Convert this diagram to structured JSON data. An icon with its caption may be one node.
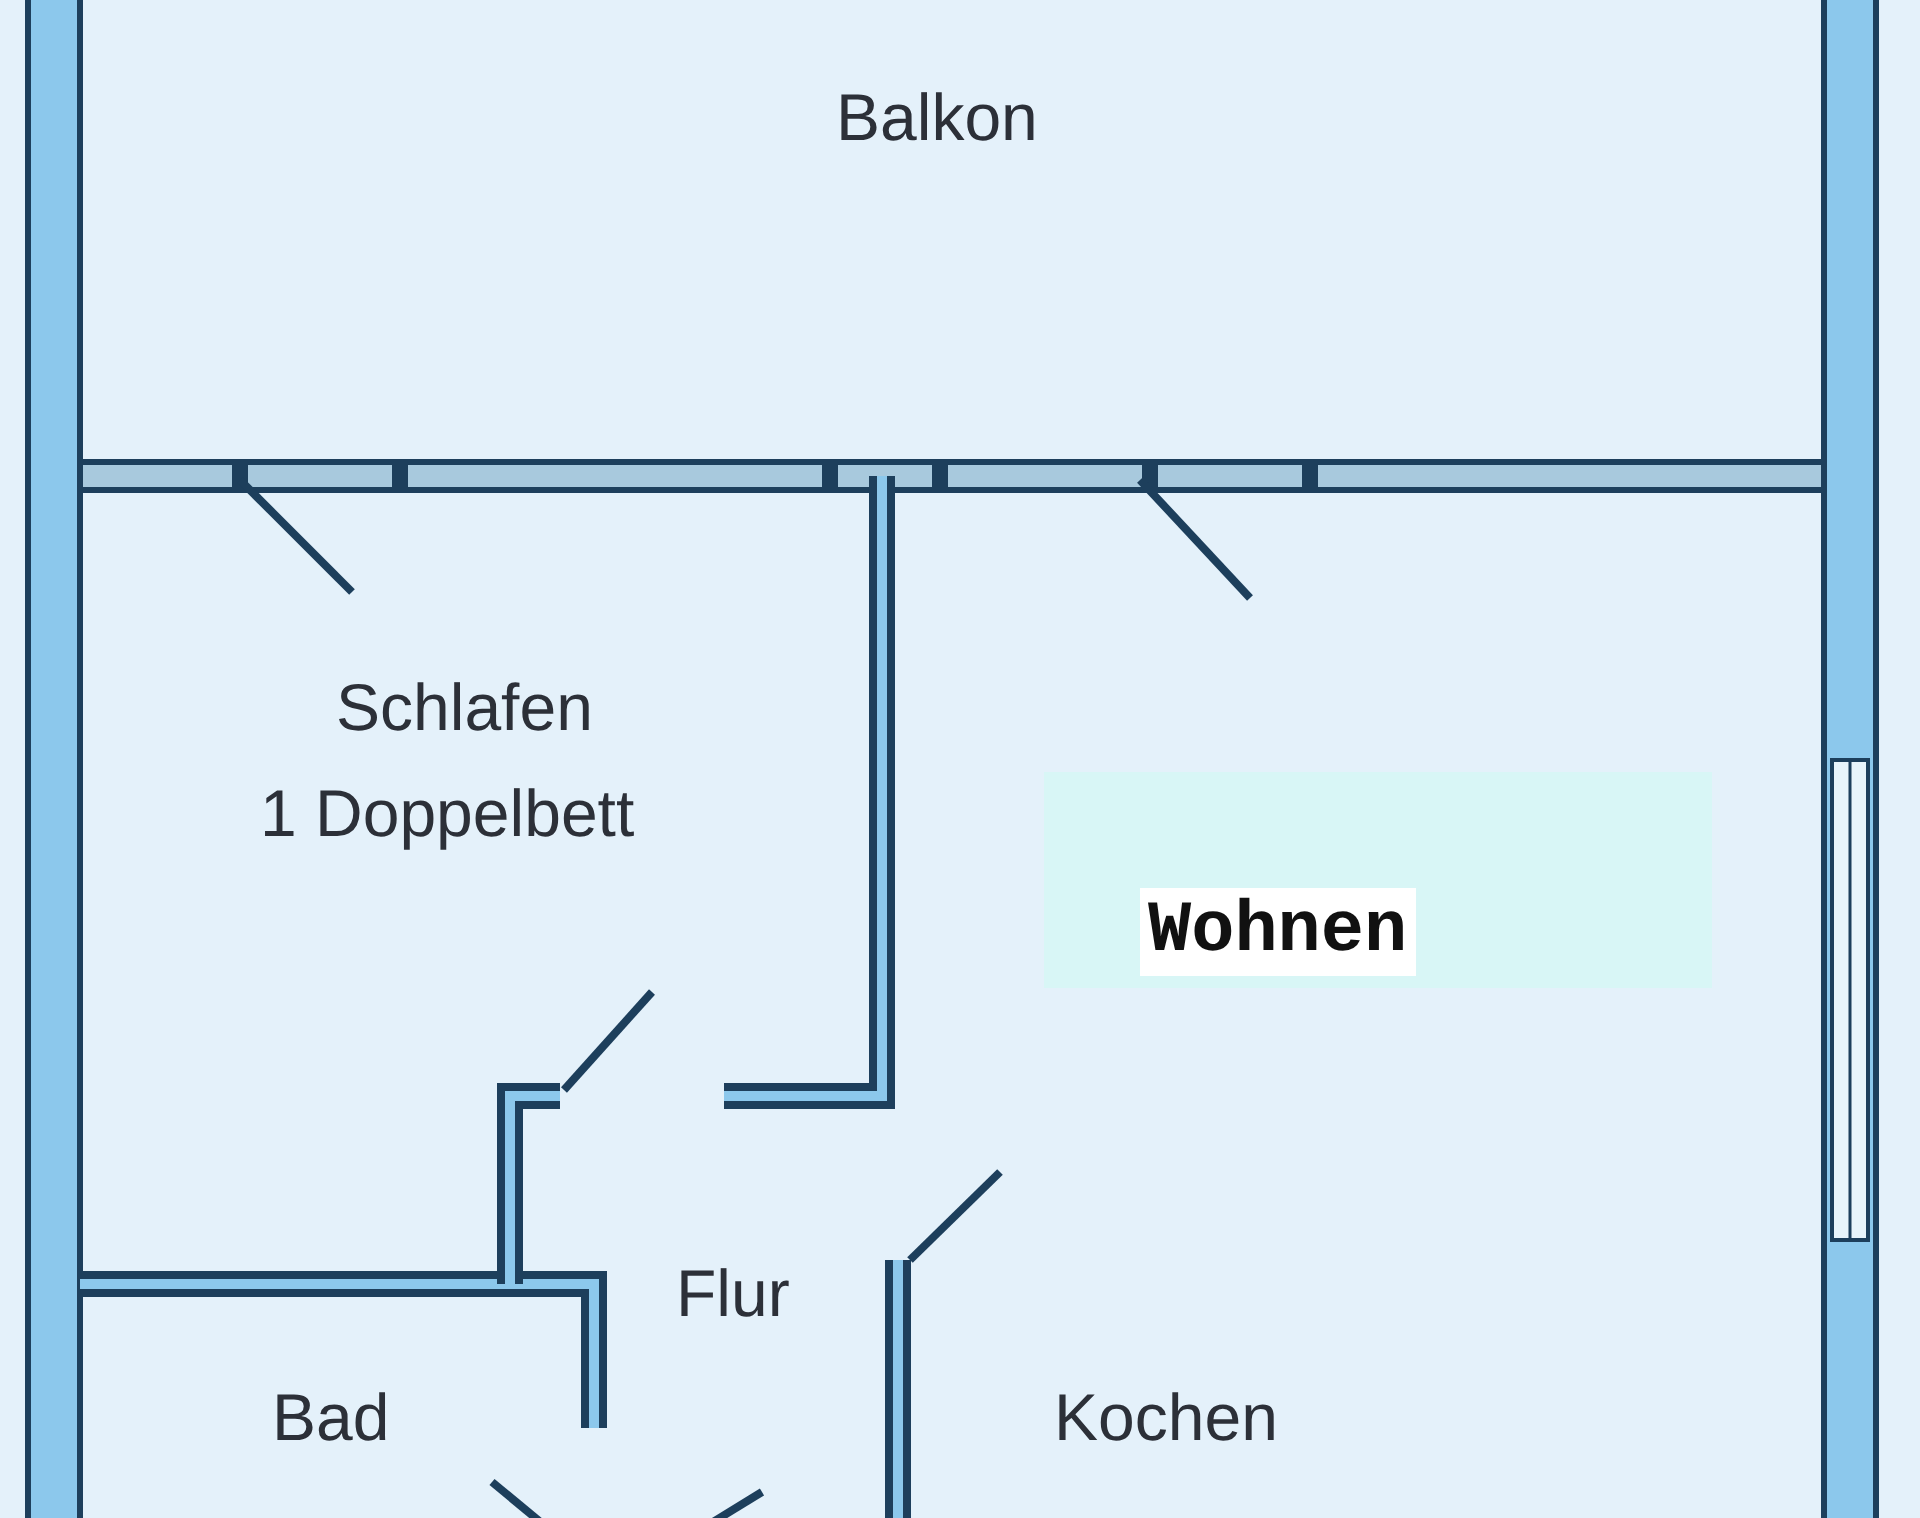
{
  "diagram": {
    "labels": [
      "Balkon",
      "Schlafen",
      "1 Doppelbett",
      "Wohnen",
      "Flur",
      "Bad",
      "Kochen"
    ]
  }
}
